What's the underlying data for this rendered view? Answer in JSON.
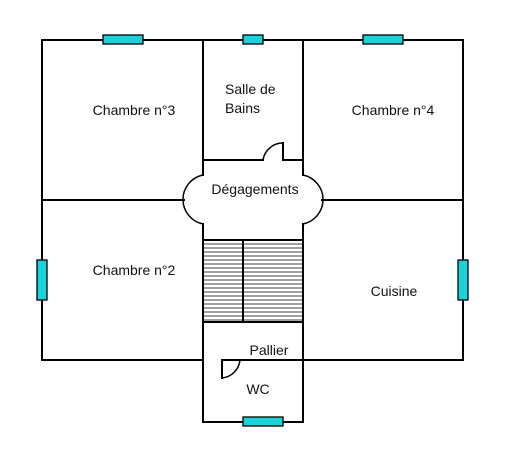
{
  "rooms": {
    "chambre3": "Chambre n°3",
    "salle_de_bains_line1": "Salle de",
    "salle_de_bains_line2": "Bains",
    "chambre4": "Chambre n°4",
    "degagements": "Dégagements",
    "chambre2": "Chambre n°2",
    "cuisine": "Cuisine",
    "pallier": "Pallier",
    "wc": "WC"
  },
  "colors": {
    "wall": "#000000",
    "window": "#19d3d8",
    "background": "#ffffff"
  }
}
